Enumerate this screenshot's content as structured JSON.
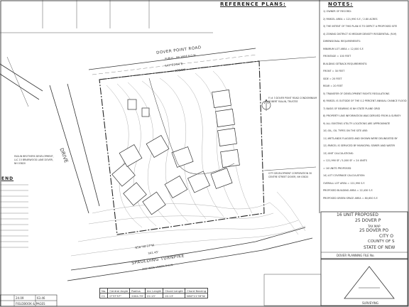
{
  "headings": {
    "reference_plans": "REFERENCE PLANS:",
    "notes": "NOTES:",
    "legend": "END"
  },
  "roads": {
    "dover_point": "DOVER POINT ROAD",
    "dover_point_sub": "PUBLIC - 66' WIDE R.O.W.",
    "drive": "DRIVE",
    "spaulding": "SPAULDING TURNPIKE",
    "spaulding_sub": "200' WIDE VARIES R.O.W."
  },
  "dimensions": {
    "top_bearing": "S47°59'04\"E",
    "top_distance": "230.84'",
    "bottom_bearing": "N56°40'37\"W",
    "bottom_distance": "341.45'"
  },
  "abutters": {
    "right": "F/ # 3 DOVER POINT ROAD CONDOMINIUM ROBERT FAALIN, TRUSTEE",
    "right2": "CITY DEVELOPMENT CORPORATION 30 CENTRE STREET DOVER, NH 03820",
    "left": "FAGLIN BROTHERS DEVELOPMENT, LLC 15 BRIARWOOD LANE DOVER, NH 03820"
  },
  "title_block": {
    "units_proposed": "16 UNIT PROPOSED",
    "line1": "25 DOVER P",
    "line2": "TAX MAP",
    "line3": "25 DOVER PO",
    "line4": "CITY O",
    "line5": "COUNTY OF S",
    "line6": "STATE OF NEW",
    "planning": "DOVER PLANNING FILE No.",
    "surveying": "SURVEYING"
  },
  "curve_table": {
    "headers": [
      "No.",
      "Central Angle",
      "Radius",
      "Arc Length",
      "Chord Length",
      "Chord Bearing"
    ],
    "row": [
      "C1",
      "0°37'57\"",
      "2004.79'",
      "22.13'",
      "22.13'",
      "N56°21'39\"W"
    ]
  },
  "legend_bottom": {
    "row1": "24.09",
    "row2": "63.46",
    "label": "FIELDBOOK & PAGES"
  },
  "notes_lines": [
    "1) OWNER OF RECORD:",
    "2) PARCEL AREA = 121,990 S.F. / 2.80 ACRES",
    "3) THE INTENT OF THIS PLAN IS TO DEPICT A PROPOSED SITE",
    "4) ZONING DISTRICT IS MEDIUM DENSITY RESIDENTIAL (R-M)",
    "   DIMENSIONAL REQUIREMENTS:",
    "   MINIMUM LOT AREA = 12,000 S.F.",
    "   FRONTAGE = 100 FEET",
    "   BUILDING SETBACK REQUIREMENTS:",
    "   FRONT = 30 FEET",
    "   SIDE = 20 FEET",
    "   REAR = 20 FEET",
    "5) TRANSFER OF DEVELOPMENT RIGHTS REGULATIONS",
    "6) PARCEL IS OUTSIDE OF THE 0.2 PERCENT ANNUAL CHANCE FLOOD",
    "7) BASIS OF BEARING IS NH STATE PLANE GRID",
    "8) PROPERTY LINE INFORMATION WAS DERIVED FROM A SURVEY",
    "9) ALL EXISTING UTILITY LOCATIONS ARE APPROXIMATE",
    "10) OIL, OIL TYPES ON THE SITE ARE:",
    "11) WETLANDS FLAGGED AND SHOWN WERE DELINEATED BY",
    "12) PARCEL IS SERVICED BY MUNICIPAL SEWER AND WATER",
    "13) UNIT CALCULATIONS:",
    "   = 121,990 SF / 5,000 SF = 24 UNITS",
    "   = 16 UNITS PROPOSED",
    "14) LOT COVERAGE CALCULATION:",
    "   OVERALL LOT AREA = 121,990 S.F.",
    "   PROPOSED BUILDING AREA = 22,430 S.F.",
    "   PROPOSED GREEN SPACE AREA = 80,650 S.F."
  ],
  "colors": {
    "line": "#333333",
    "contour": "#9a9a9a",
    "paper": "#ffffff"
  }
}
